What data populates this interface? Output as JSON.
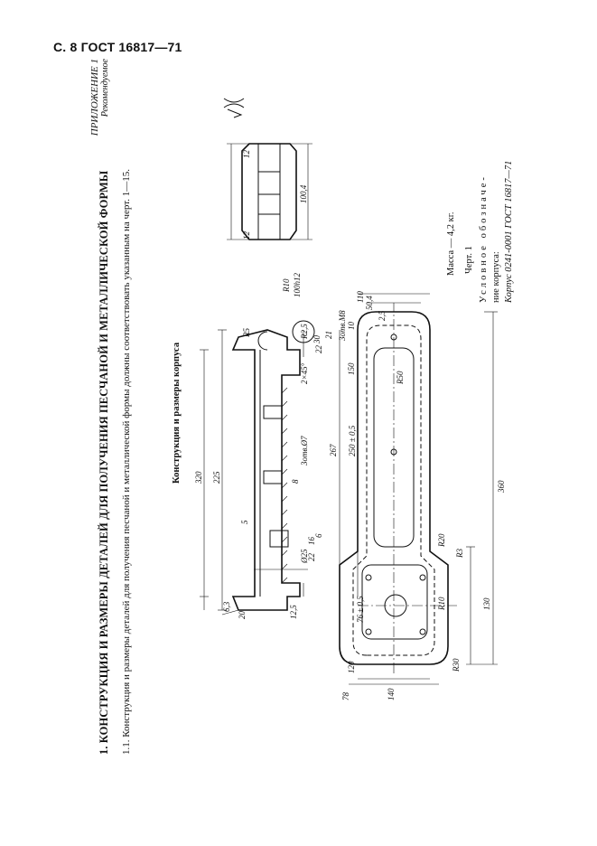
{
  "page_header": "С. 8 ГОСТ 16817—71",
  "appendix": {
    "label": "ПРИЛОЖЕНИЕ 1",
    "note": "Рекомендуемое"
  },
  "section_title": "1. КОНСТРУКЦИЯ И РАЗМЕРЫ ДЕТАЛЕЙ ДЛЯ ПОЛУЧЕНИЯ ПЕСЧАНОЙ И МЕТАЛЛИЧЕСКОЙ ФОРМЫ",
  "paragraph": "1.1. Конструкция и размеры деталей для получения песчаной и металлической формы должны соответствовать указанным на черт. 1—15.",
  "figure_title": "Конструкция и размеры корпуса",
  "mass": "Масса — 4,2 кг.",
  "figure_label": "Черт. 1",
  "designation": {
    "line1": "Условное обозначе-",
    "line2": "ние корпуса:",
    "line3": "Корпус 0241-0001 ГОСТ 16817—71"
  },
  "dimensions": {
    "d320": "320",
    "d225": "225",
    "d20": "20",
    "d5": "5",
    "d22": "22",
    "d16": "16",
    "d6": "6",
    "d30": "30",
    "d22b": "22",
    "d21": "21",
    "d3mm8": "3отв.М8",
    "r5": "R5",
    "r25": "R2,5",
    "d2x45": "2×45°",
    "d3otv7": "3отв.Ø7",
    "d25": "Ø25",
    "d8": "8",
    "d12": "12",
    "d12b": "12",
    "d100": "100,4",
    "r10": "R10",
    "d100b": "100h12",
    "d10": "10",
    "d150": "150",
    "d267": "267",
    "d250": "250 ± 0,5",
    "d110": "110",
    "d504": "50,4",
    "d25b": "2,5",
    "r50": "R50",
    "r20": "R20",
    "d360": "360",
    "r3": "R3",
    "d130": "130",
    "r10b": "R10",
    "d76": "76 ± 0,5",
    "d120": "120",
    "r30": "R30",
    "d140": "140",
    "d78": "78",
    "d125": "12,5",
    "d63": "6,3"
  }
}
